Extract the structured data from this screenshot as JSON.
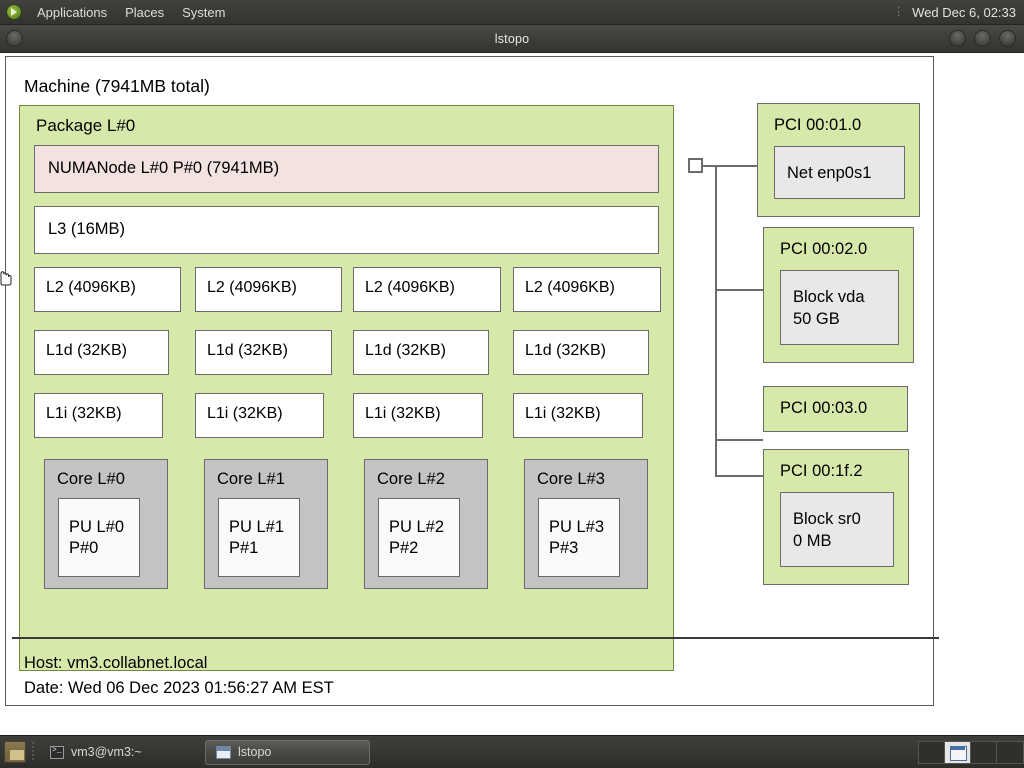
{
  "desktop": {
    "panel": {
      "logo_icon": "gnome-foot-icon",
      "menus": [
        "Applications",
        "Places",
        "System"
      ],
      "clock": "Wed Dec  6, 02:33"
    },
    "taskbar": {
      "show_desktop_icon": "show-desktop-icon",
      "tasks": [
        {
          "label": "vm3@vm3:~",
          "icon": "terminal-icon",
          "active": false
        },
        {
          "label": "lstopo",
          "icon": "window-icon",
          "active": true
        }
      ],
      "workspaces": [
        {
          "active": false
        },
        {
          "active": true
        },
        {
          "active": false
        },
        {
          "active": false
        }
      ]
    }
  },
  "window": {
    "title": "lstopo",
    "buttons": {
      "menu": "window-menu-button",
      "minimize": "minimize-button",
      "maximize": "maximize-button",
      "close": "close-button"
    }
  },
  "topology": {
    "machine_label": "Machine (7941MB total)",
    "package_label": "Package L#0",
    "numanode_label": "NUMANode L#0 P#0 (7941MB)",
    "l3_label": "L3 (16MB)",
    "l2": [
      "L2 (4096KB)",
      "L2 (4096KB)",
      "L2 (4096KB)",
      "L2 (4096KB)"
    ],
    "l1d": [
      "L1d (32KB)",
      "L1d (32KB)",
      "L1d (32KB)",
      "L1d (32KB)"
    ],
    "l1i": [
      "L1i (32KB)",
      "L1i (32KB)",
      "L1i (32KB)",
      "L1i (32KB)"
    ],
    "cores": [
      {
        "label": "Core L#0",
        "pu_line1": "PU L#0",
        "pu_line2": "P#0"
      },
      {
        "label": "Core L#1",
        "pu_line1": "PU L#1",
        "pu_line2": "P#1"
      },
      {
        "label": "Core L#2",
        "pu_line1": "PU L#2",
        "pu_line2": "P#2"
      },
      {
        "label": "Core L#3",
        "pu_line1": "PU L#3",
        "pu_line2": "P#3"
      }
    ],
    "pci": [
      {
        "label": "PCI 00:01.0",
        "osdev_line1": "Net enp0s1",
        "osdev_line2": ""
      },
      {
        "label": "PCI 00:02.0",
        "osdev_line1": "Block vda",
        "osdev_line2": "50 GB"
      },
      {
        "label": "PCI 00:03.0",
        "osdev_line1": "",
        "osdev_line2": ""
      },
      {
        "label": "PCI 00:1f.2",
        "osdev_line1": "Block sr0",
        "osdev_line2": "0 MB"
      }
    ],
    "footer": {
      "host": "Host: vm3.collabnet.local",
      "date": "Date: Wed 06 Dec 2023 01:56:27 AM EST"
    }
  },
  "colors": {
    "package_fill": "#d7e8ab",
    "package_border": "#72893f",
    "numanode_fill": "#f2e2e0",
    "cache_fill": "#ffffff",
    "core_fill": "#c3c3c3",
    "pu_fill": "#fafafa",
    "pci_fill": "#d7e8ab",
    "osdev_fill": "#e8e8e8",
    "line": "#6b6b6b"
  }
}
